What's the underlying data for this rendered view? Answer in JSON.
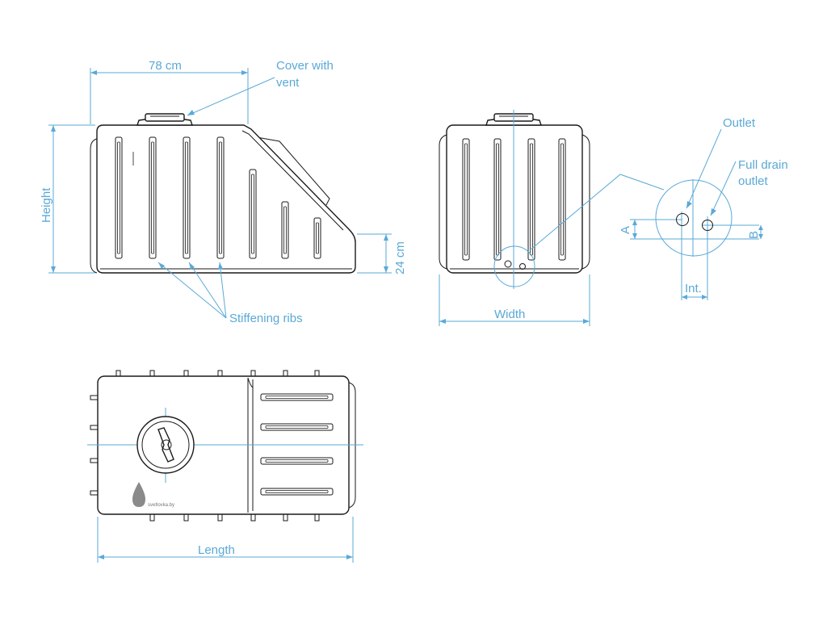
{
  "labels": {
    "dim_78cm": "78 cm",
    "cover": [
      "Cover with",
      "vent"
    ],
    "height": "Height",
    "dim_24cm": "24 cm",
    "stiffening_ribs": "Stiffening ribs",
    "outlet": "Outlet",
    "full_drain": [
      "Full drain",
      "outlet"
    ],
    "dim_a": "A",
    "dim_b": "B",
    "dim_int": "Int.",
    "width": "Width",
    "length": "Length",
    "watermark": "svetlovka.by"
  },
  "colors": {
    "annotation": "#5aa9d6",
    "outline": "#1a1a1a",
    "logo_drop": "#8a8a8a"
  }
}
